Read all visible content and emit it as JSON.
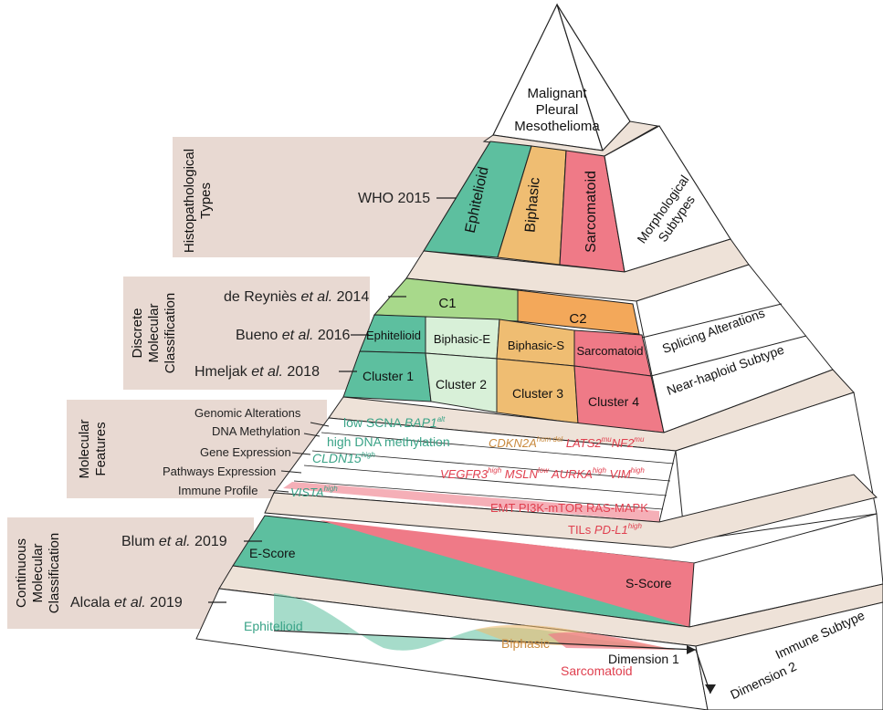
{
  "apex": {
    "line1": "Malignant",
    "line2": "Pleural",
    "line3": "Mesothelioma"
  },
  "left_boxes": {
    "histo": {
      "line1": "Histopathological",
      "line2": "Types"
    },
    "discrete": {
      "line1": "Discrete",
      "line2": "Molecular",
      "line3": "Classification"
    },
    "molecular": {
      "line1": "Molecular",
      "line2": "Features"
    },
    "continuous": {
      "line1": "Continuous",
      "line2": "Molecular",
      "line3": "Classification"
    }
  },
  "refs": {
    "who": "WHO 2015",
    "dereynies_a": "de Reyniès ",
    "dereynies_b": "et al.",
    "dereynies_c": " 2014",
    "bueno_a": "Bueno ",
    "bueno_b": "et al.",
    "bueno_c": " 2016",
    "hmeljak_a": "Hmeljak ",
    "hmeljak_b": "et al.",
    "hmeljak_c": " 2018",
    "blum_a": "Blum ",
    "blum_b": "et al.",
    "blum_c": " 2019",
    "alcala_a": "Alcala ",
    "alcala_b": "et al.",
    "alcala_c": " 2019"
  },
  "feature_rows": {
    "r1": "Genomic Alterations",
    "r2": "DNA Methylation",
    "r3": "Gene Expression",
    "r4": "Pathways Expression",
    "r5": "Immune Profile"
  },
  "histo_types": {
    "epi": "Ephitelioid",
    "bip": "Biphasic",
    "sar": "Sarcomatoid",
    "side1": "Morphological",
    "side2": "Subtypes"
  },
  "discrete": {
    "c1": "C1",
    "c2": "C2",
    "b_epi": "Ephitelioid",
    "b_bipe": "Biphasic-E",
    "b_bips": "Biphasic-S",
    "b_sar": "Sarcomatoid",
    "cl1": "Cluster 1",
    "cl2": "Cluster 2",
    "cl3": "Cluster 3",
    "cl4": "Cluster 4",
    "side1": "Splicing Alterations",
    "side2": "Near-haploid Subtype"
  },
  "features": {
    "f1_a": "low SCNA ",
    "f1_b": "BAP1",
    "f1_c": "alt",
    "f2_a": "CDKN2A",
    "f2_b": "hom del",
    "f2_c": " LATS2",
    "f2_d": "mu",
    "f2_e": "NF2",
    "f2_f": "mu",
    "f3": "high DNA methylation",
    "f4_a": "CLDN15",
    "f4_b": "high",
    "f5_a": "VEGFR3",
    "f5_b": "high",
    "f5_c": " MSLN",
    "f5_d": "low",
    "f5_e": " AURKA",
    "f5_f": "high",
    "f5_g": " VIM",
    "f5_h": "high",
    "f6_a": "VISTA",
    "f6_b": "high",
    "f7": "EMT  PI3K-mTOR  RAS-MAPK",
    "f8_a": "TILs ",
    "f8_b": "PD-L1",
    "f8_c": "high"
  },
  "continuous": {
    "escore": "E-Score",
    "sscore": "S-Score",
    "immune": "Immune Subtype"
  },
  "bottom": {
    "epi": "Ephitelioid",
    "bip": "Biphasic",
    "sar": "Sarcomatoid",
    "dim1": "Dimension 1",
    "dim2": "Dimension 2"
  },
  "colors": {
    "teal": "#5dbf9f",
    "teal_dark": "#3aa387",
    "orange": "#efbd72",
    "red": "#ef7a87",
    "green_light": "#a8d98b",
    "orange2": "#f3a85a",
    "beige": "#e8d3cb"
  }
}
